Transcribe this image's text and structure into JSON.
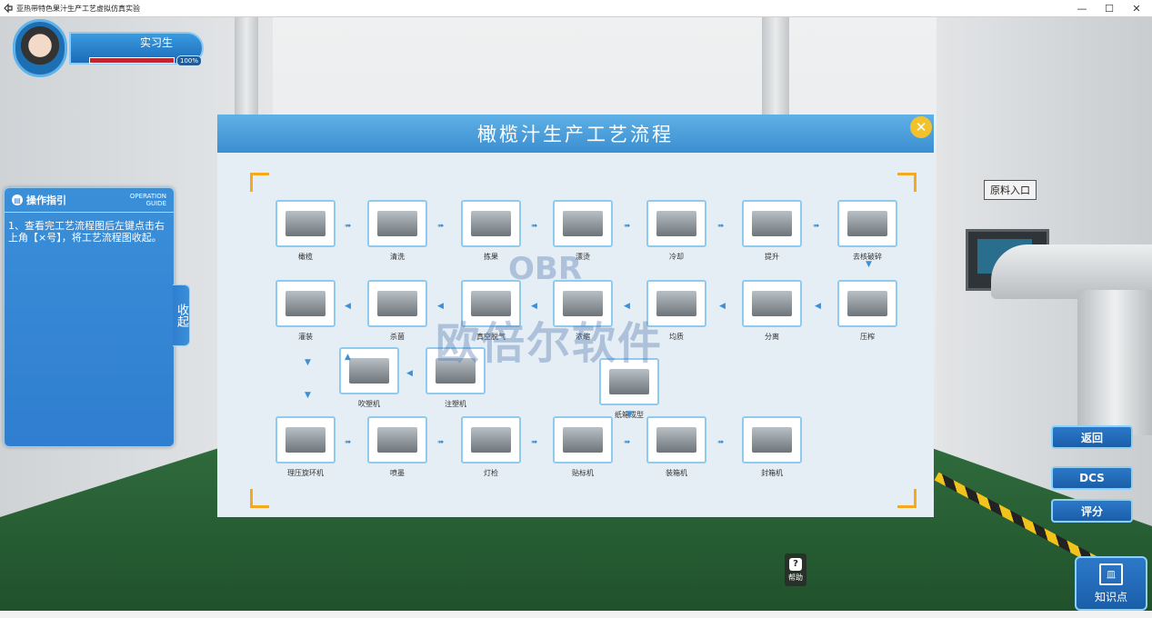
{
  "window": {
    "title": "亚热带特色果汁生产工艺虚拟仿真实验",
    "minimize": "—",
    "maximize": "☐",
    "close": "✕"
  },
  "profile": {
    "role": "实习生",
    "progress_label": "100%",
    "progress": 1.0
  },
  "scene": {
    "sign": "原料入口"
  },
  "guide": {
    "title": "操作指引",
    "subtitle_line1": "OPERATION",
    "subtitle_line2": "GUIDE",
    "text": "1、查看完工艺流程图后左键点击右上角【×号】，将工艺流程图收起。",
    "collapse": "收起"
  },
  "modal": {
    "title": "橄榄汁生产工艺流程",
    "close": "✕",
    "watermark": "欧倍尔软件",
    "watermark_brand": "OBR",
    "steps": [
      "橄榄",
      "清洗",
      "拣果",
      "漂烫",
      "冷却",
      "提升",
      "去核破碎",
      "压榨",
      "分离",
      "均质",
      "浓缩",
      "真空脱气",
      "杀菌",
      "灌装",
      "吹塑机",
      "注塑机",
      "纸箱成型",
      "理压旋环机",
      "喷墨",
      "灯检",
      "贴标机",
      "装箱机",
      "封箱机"
    ]
  },
  "buttons": {
    "back": "返回",
    "dcs": "DCS",
    "score": "评分",
    "help": "帮助",
    "knowledge": "知识点",
    "help_icon": "?",
    "knowledge_icon": "皿"
  },
  "colors": {
    "accent": "#2f7ed0",
    "modal_header": "#4aa0dd",
    "corner": "#f4a91f",
    "close": "#f2c22c"
  }
}
